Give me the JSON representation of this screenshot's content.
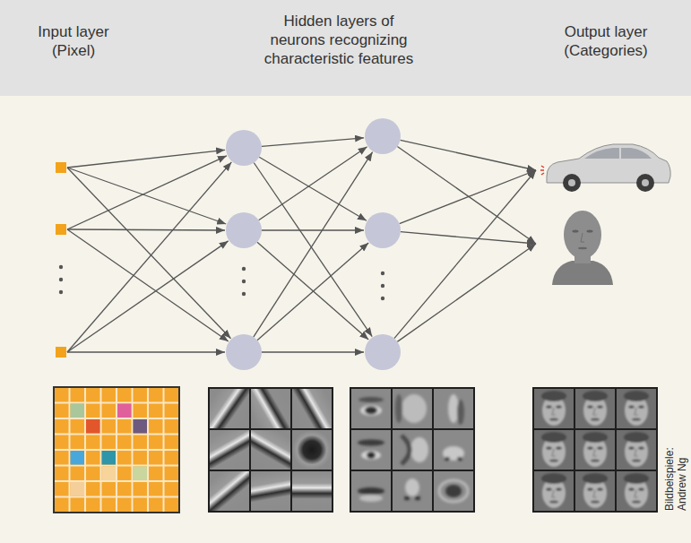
{
  "diagram": {
    "nodes": [
      {
        "text": [
          "Input layer (Pixel)",
          "Hidden layers of neurons recognizing characteristic features",
          "Output layer (Categories)"
        ]
      }
    ],
    "labels": [
      "Bildbeispiele: Andrew Ng"
    ]
  }
}
